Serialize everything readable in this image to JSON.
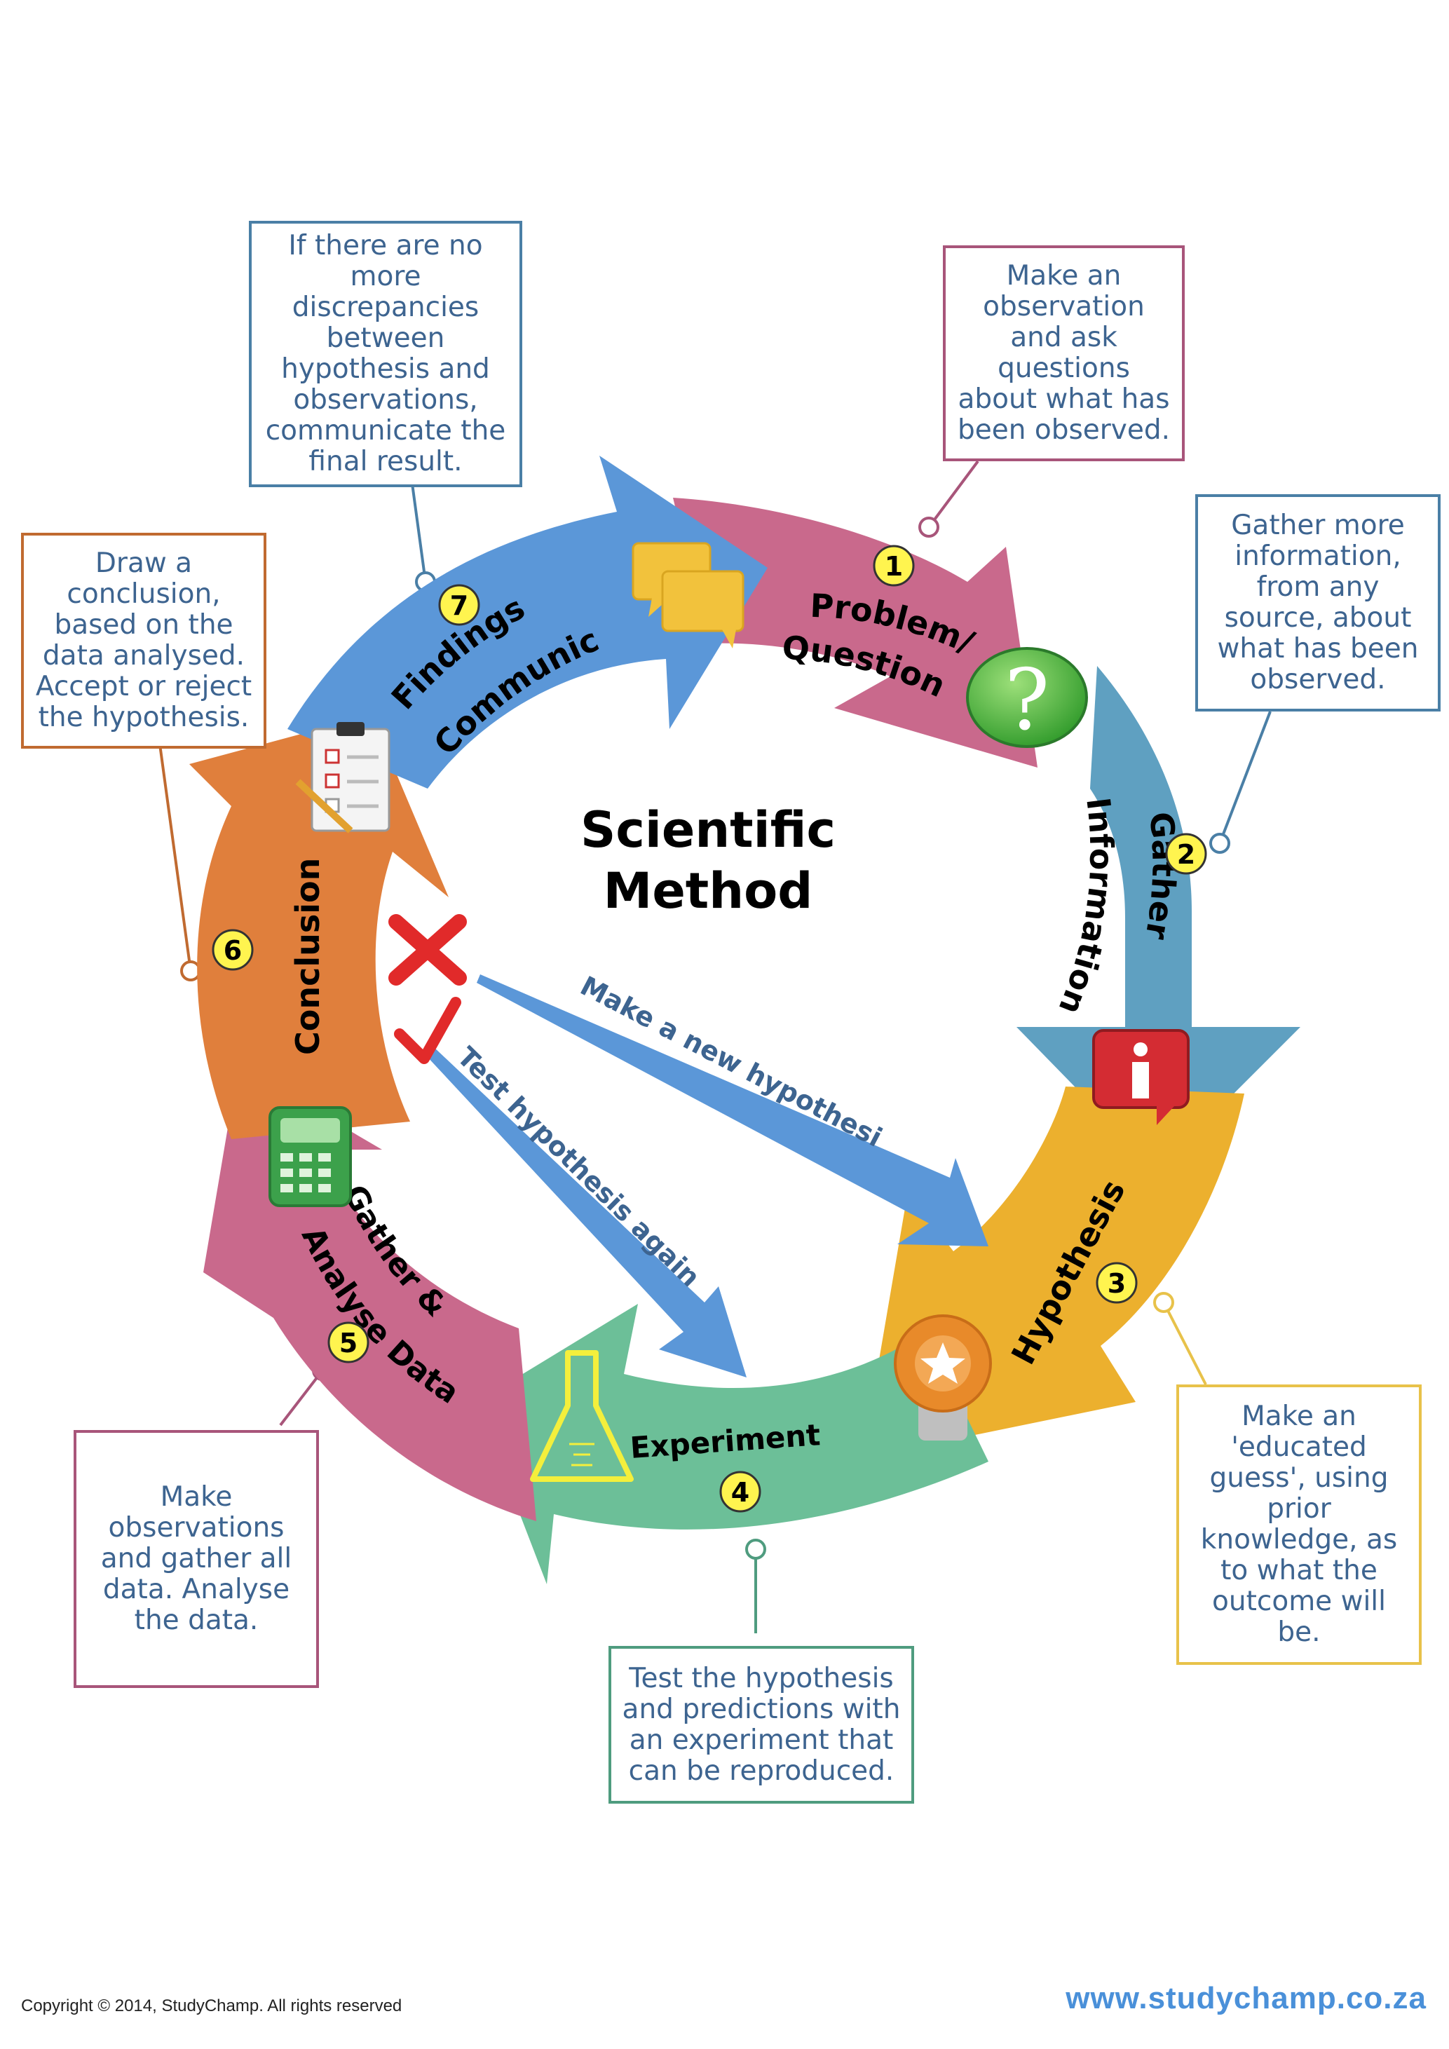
{
  "title": {
    "line1": "Scientific",
    "line2": "Method"
  },
  "steps": [
    {
      "number": "1",
      "label_lines": [
        "Problem/",
        "Question"
      ],
      "color": "#c9698c",
      "note": "Make an observation and ask questions about what has been observed.",
      "note_border": "#a8557a",
      "icon": "question-mark-icon"
    },
    {
      "number": "2",
      "label_lines": [
        "Gather",
        "Information"
      ],
      "color": "#5fa0c1",
      "note": "Gather more information, from any source, about what has been observed.",
      "note_border": "#4a7fa6",
      "icon": "information-icon"
    },
    {
      "number": "3",
      "label_lines": [
        "Hypothesis"
      ],
      "color": "#ecb02e",
      "note": "Make an 'educated guess', using prior knowledge, as to what the outcome will be.",
      "note_border": "#e8c24a",
      "icon": "light-bulb-icon"
    },
    {
      "number": "4",
      "label_lines": [
        "Experiment"
      ],
      "color": "#6cbf98",
      "note": "Test the hypothesis and predictions with an experiment that can be reproduced.",
      "note_border": "#4f9c7f",
      "icon": "flask-icon"
    },
    {
      "number": "5",
      "label_lines": [
        "Gather &",
        "Analyse Data"
      ],
      "color": "#c9698c",
      "note": "Make observations and gather all data. Analyse the data.",
      "note_border": "#a8557a",
      "icon": "calculator-icon"
    },
    {
      "number": "6",
      "label_lines": [
        "Conclusion"
      ],
      "color": "#e07f3c",
      "note": "Draw a conclusion, based on the data analysed. Accept or reject the hypothesis.",
      "note_border": "#c06a30",
      "icon": "clipboard-icon"
    },
    {
      "number": "7",
      "label_lines": [
        "Communicate",
        "Findings"
      ],
      "color": "#5b97d8",
      "note": "If there are no more discrepancies between hypothesis and observations, communicate the final result.",
      "note_border": "#4a7fa6",
      "icon": "speech-bubbles-icon"
    }
  ],
  "paths": {
    "reject": {
      "label": "Make a new hypothesis",
      "icon": "cross-icon"
    },
    "accept": {
      "label": "Test hypothesis again",
      "icon": "check-icon"
    }
  },
  "footer": {
    "copyright": "Copyright © 2014, StudyChamp. All rights reserved",
    "url": "www.studychamp.co.za"
  }
}
